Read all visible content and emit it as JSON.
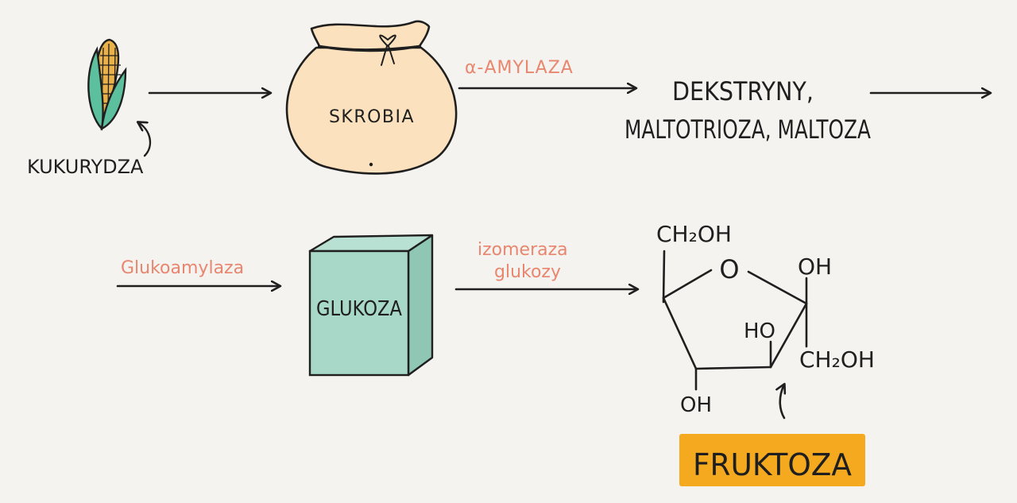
{
  "corn": {
    "label": "KUKURYDZA"
  },
  "sack": {
    "label": "SKROBIA"
  },
  "enzyme1": "α-AMYLAZA",
  "products": {
    "line1": "DEKSTRYNY,",
    "line2": "MALTOTRIOZA, MALTOZA"
  },
  "enzyme2": "Glukoamylaza",
  "box": {
    "label": "GLUKOZA"
  },
  "enzyme3": {
    "line1": "izomeraza",
    "line2": "glukozy"
  },
  "molecule": {
    "top_group": "CH₂OH",
    "ring_oxygen": "O",
    "right_oh": "OH",
    "inner_ho": "HO",
    "right_ch2oh": "CH₂OH",
    "bottom_oh": "OH"
  },
  "result": {
    "label": "FRUKTOZA"
  },
  "colors": {
    "background": "#f5f3ef",
    "ink": "#1f1f1f",
    "enzyme_text": "#e8866f",
    "sack_fill": "#fbe1bd",
    "box_front": "#a8d8c8",
    "box_side": "#8fc6b4",
    "corn_leaf": "#5cbf9e",
    "corn_kernel": "#e8b14a",
    "highlight": "#f4a91f"
  }
}
